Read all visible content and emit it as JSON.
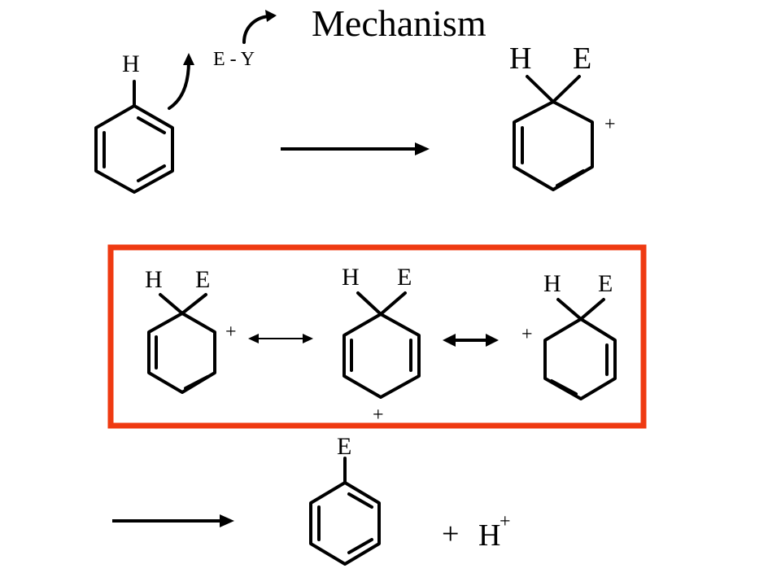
{
  "title": "Mechanism",
  "labels": {
    "h": "H",
    "e": "E",
    "plus": "+",
    "reagent": "E - Y",
    "proton_plus": "+",
    "proton_h": "H",
    "proton_charge": "+"
  },
  "colors": {
    "ink": "#000000",
    "highlight_box": "#ef3a12"
  }
}
